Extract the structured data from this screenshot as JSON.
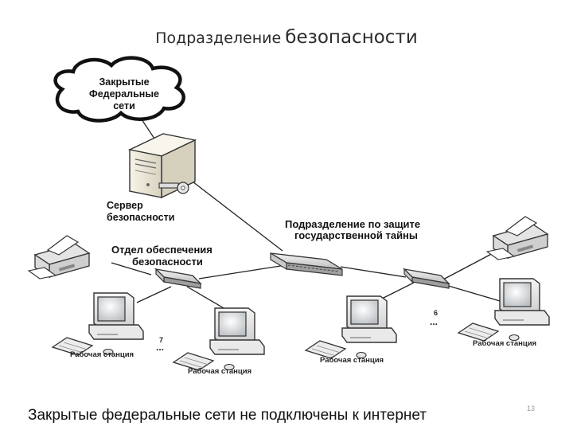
{
  "title": {
    "part1": "Подразделение",
    "part2": "безопасности"
  },
  "cloud": {
    "line1": "Закрытые",
    "line2": "Федеральные",
    "line3": "сети"
  },
  "server": {
    "line1": "Сервер",
    "line2": "безопасности"
  },
  "left_department": {
    "line1": "Отдел обеспечения",
    "line2": "безопасности"
  },
  "right_department": {
    "line1": "Подразделение по защите",
    "line2": "государственной тайны"
  },
  "workstations": [
    {
      "label": "Рабочая станция"
    },
    {
      "label": "Рабочая станция"
    },
    {
      "label": "Рабочая станция"
    },
    {
      "label": "Рабочая станция"
    }
  ],
  "counts": {
    "left": "7",
    "right": "6",
    "ellipsis": "..."
  },
  "caption": "Закрытые федеральные сети не подключены к интернет",
  "page_number": "13"
}
